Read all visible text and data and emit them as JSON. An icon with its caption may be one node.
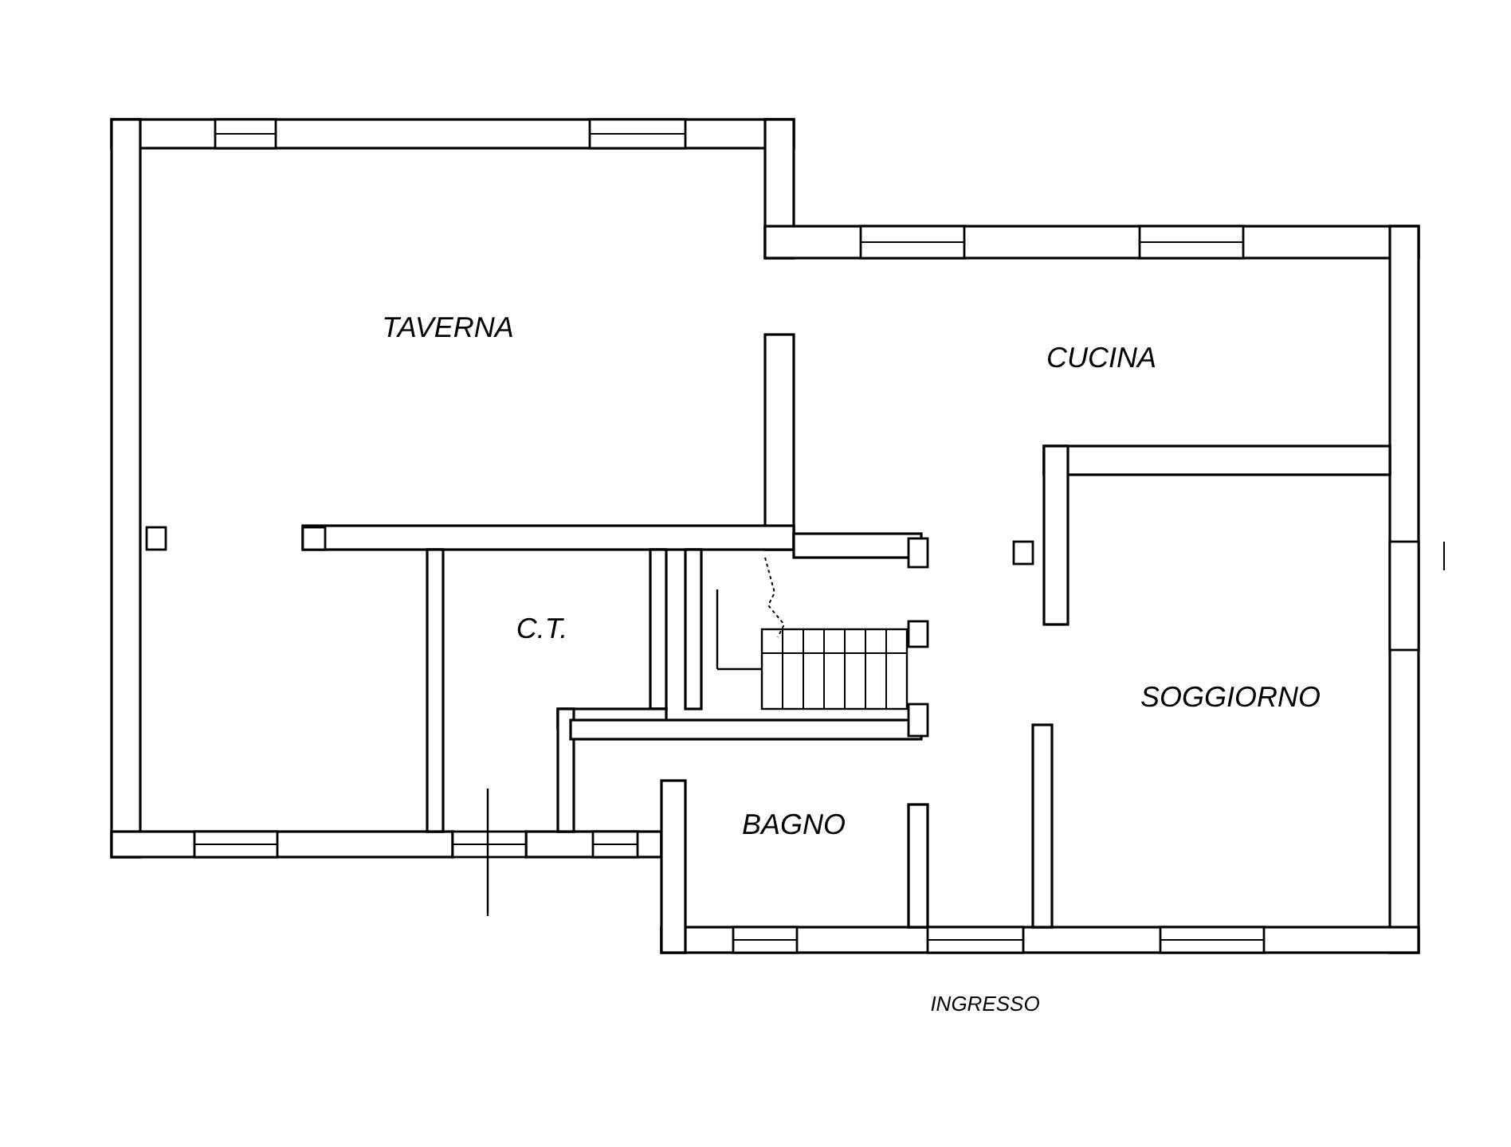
{
  "diagram": {
    "labels": [
      "TAVERNA",
      "CUCINA",
      "C.T.",
      "SOGGIORNO",
      "BAGNO",
      "INGRESSO"
    ]
  }
}
